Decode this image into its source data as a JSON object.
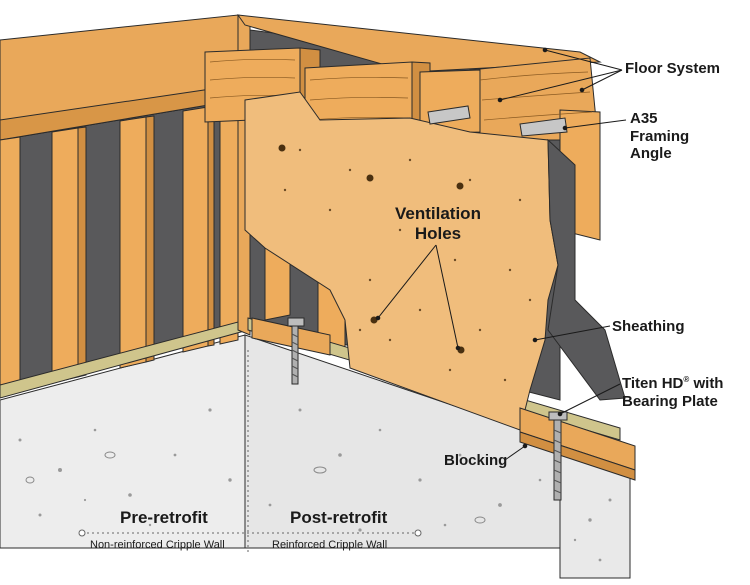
{
  "labels": {
    "floor_system": "Floor System",
    "a35_line1": "A35",
    "a35_line2": "Framing",
    "a35_line3": "Angle",
    "ventilation_line1": "Ventilation",
    "ventilation_line2": "Holes",
    "sheathing": "Sheathing",
    "titen_line1_pre": "Titen HD",
    "titen_registered": "®",
    "titen_line1_post": " with",
    "titen_line2": "Bearing Plate",
    "blocking": "Blocking"
  },
  "captions": {
    "pre_title": "Pre-retrofit",
    "pre_sub": "Non-reinforced Cripple Wall",
    "post_title": "Post-retrofit",
    "post_sub": "Reinforced Cripple Wall"
  },
  "colors": {
    "wood": "#e9a85a",
    "wood_light": "#f2bf78",
    "wood_dark": "#c98a3e",
    "plywood": "#f0bd7c",
    "cavity": "#59595b",
    "concrete": "#ececec",
    "sill_plate": "#cfc58c",
    "line": "#2b2b2b"
  }
}
